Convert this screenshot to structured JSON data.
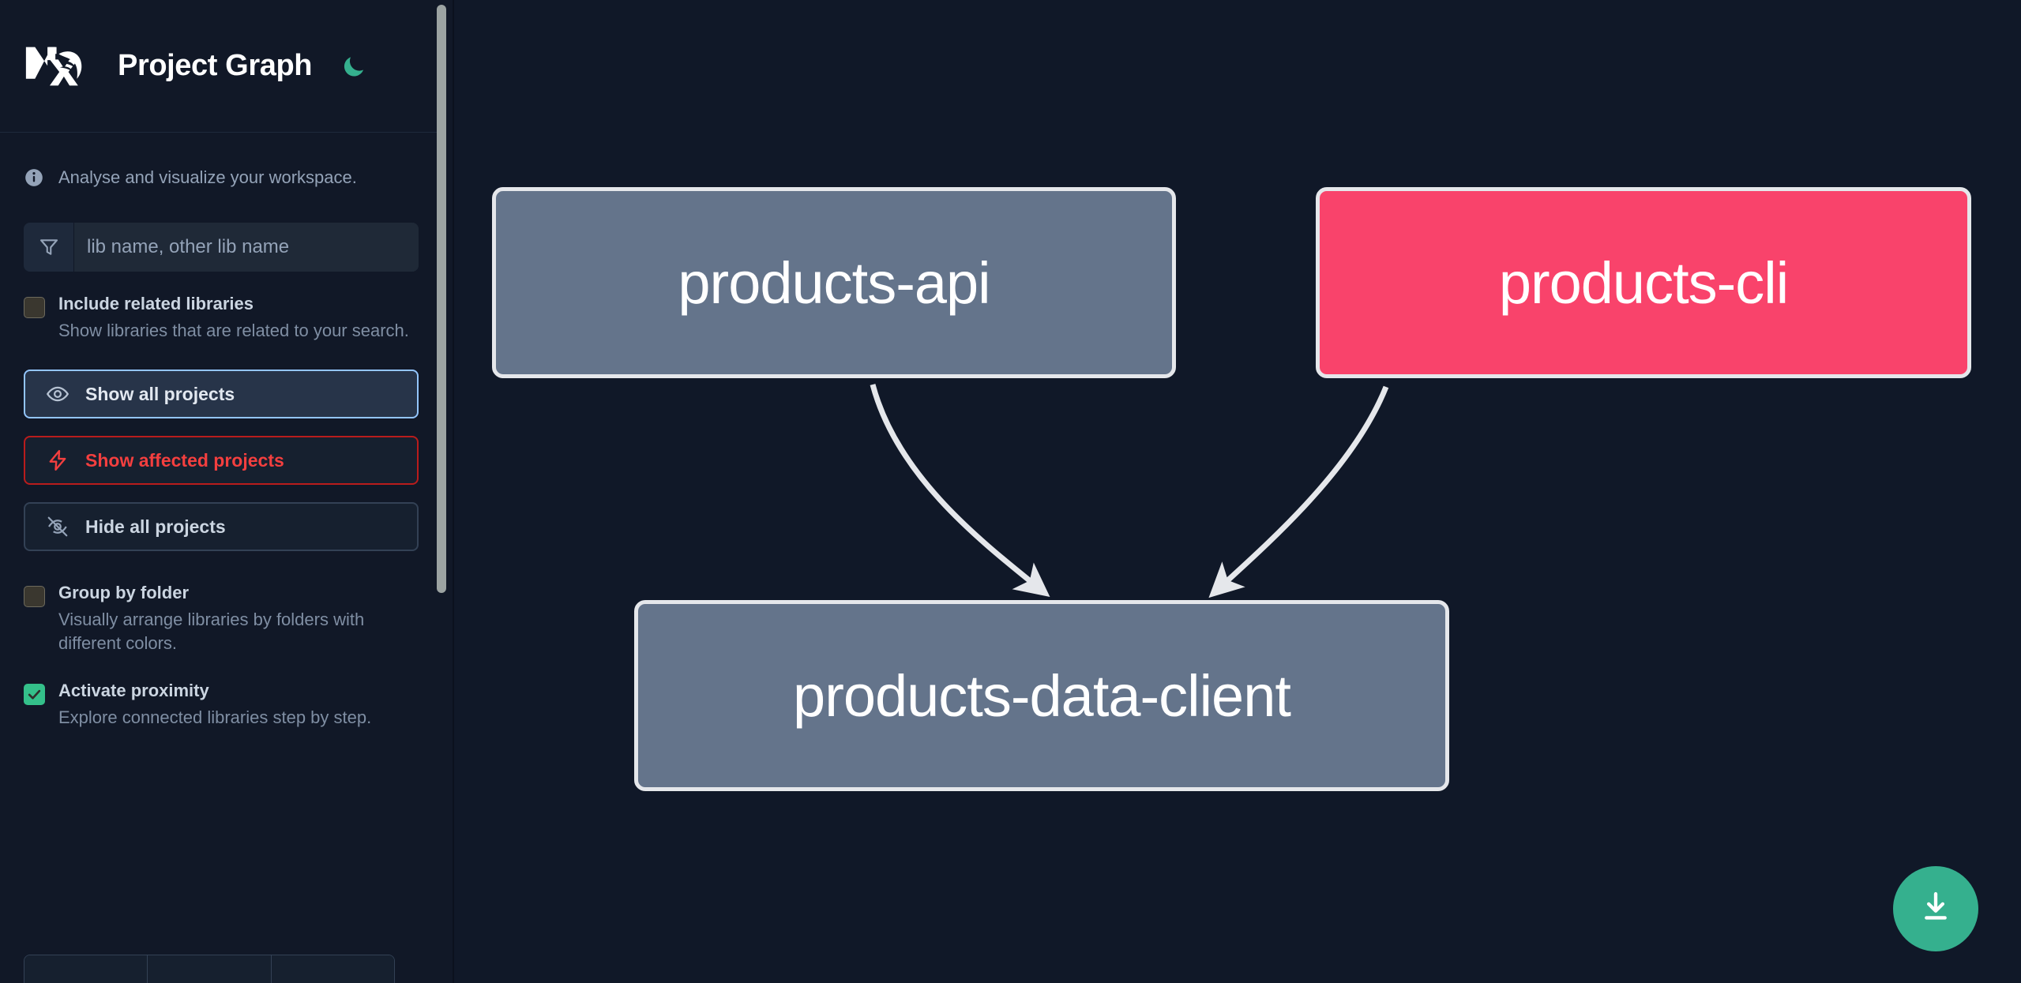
{
  "header": {
    "logo_name": "nx-logo",
    "title": "Project Graph",
    "theme_toggle_icon": "moon-icon",
    "theme_toggle_color": "#35B08E"
  },
  "sidebar": {
    "tagline": "Analyse and visualize your workspace.",
    "tagline_icon": "info-icon",
    "search": {
      "icon": "filter-icon",
      "placeholder": "lib name, other lib name",
      "value": ""
    },
    "options": [
      {
        "id": "include-related-libraries",
        "title": "Include related libraries",
        "description": "Show libraries that are related to your search.",
        "checked": false
      },
      {
        "id": "group-by-folder",
        "title": "Group by folder",
        "description": "Visually arrange libraries by folders with different colors.",
        "checked": false
      },
      {
        "id": "activate-proximity",
        "title": "Activate proximity",
        "description": "Explore connected libraries step by step.",
        "checked": true
      }
    ],
    "buttons": [
      {
        "id": "show-all-projects",
        "label": "Show all projects",
        "icon": "eye-icon",
        "style": "primary"
      },
      {
        "id": "show-affected-projects",
        "label": "Show affected projects",
        "icon": "lightning-bolt-icon",
        "style": "danger"
      },
      {
        "id": "hide-all-projects",
        "label": "Hide all projects",
        "icon": "eye-slash-icon",
        "style": "ghost"
      }
    ]
  },
  "graph": {
    "download_icon": "download-icon",
    "download_color": "#35B08E",
    "nodes": [
      {
        "id": "products-api",
        "label": "products-api",
        "color": "grey"
      },
      {
        "id": "products-cli",
        "label": "products-cli",
        "color": "red"
      },
      {
        "id": "products-data-client",
        "label": "products-data-client",
        "color": "grey"
      }
    ],
    "edges": [
      {
        "from": "products-api",
        "to": "products-data-client"
      },
      {
        "from": "products-cli",
        "to": "products-data-client"
      }
    ]
  },
  "colors": {
    "background": "#101828",
    "sidebar": "#111827",
    "node_grey": "#64748B",
    "node_red": "#F9436B",
    "node_border": "#E5E7EB",
    "accent_green": "#35B08E",
    "accent_blue": "#93C5FD",
    "accent_red": "#F43F3F"
  }
}
